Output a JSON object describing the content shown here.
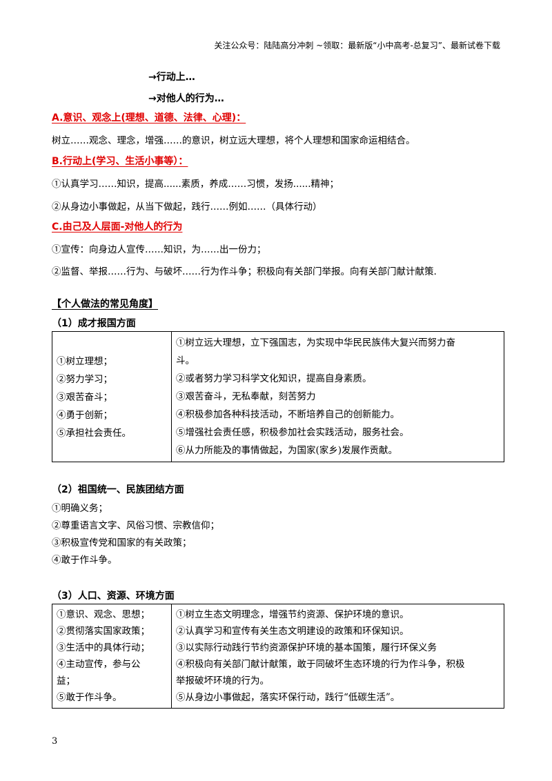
{
  "header": "关注公众号：陆陆高分冲刺 ~领取：最新版“小中高考-总复习”、最新试卷下载",
  "arrows": [
    "→行动上…",
    "→对他人的行为…"
  ],
  "sectionA": {
    "title": "A.意识、观念上(理想、道德、法律、心理)：",
    "lines": [
      "树立……观念、理念，增强……的意识，树立远大理想，将个人理想和国家命运相结合。"
    ]
  },
  "sectionB": {
    "title": "B.行动上(学习、生活小事等）：",
    "lines": [
      "①认真学习……知识，提高......素质，养成……习惯，发扬......精神；",
      "②从身边小事做起，从当下做起，践行……例如……（具体行动）"
    ]
  },
  "sectionC": {
    "title": "C.由己及人层面-对他人的行为",
    "lines": [
      "①宣传：向身边人宣传……知识，为……出一份力；",
      "②监督、举报……行为、与破坏……行为作斗争；积极向有关部门举报。向有关部门献计献策."
    ]
  },
  "common_angles_title": "【个人做法的常见角度】",
  "part1": {
    "title": "（1）成才报国方面",
    "left": [
      "①树立理想；",
      "②努力学习；",
      "③艰苦奋斗；",
      "④勇于创新；",
      "⑤承担社会责任。"
    ],
    "right": [
      "①树立远大理想，立下强国志，为实现中华民民族伟大复兴而努力奋",
      "斗。",
      "②或者努力学习科学文化知识，提高自身素质。",
      "③艰苦奋斗，无私奉献，刻苦努力",
      "④积极参加各种科技活动，不断培养自己的创新能力。",
      "⑤增强社会责任感，积极参加社会实践活动，服务社会。",
      "⑥从力所能及的事情做起，为国家(家乡)发展作贡献。"
    ]
  },
  "part2": {
    "title": "（2）祖国统一、民族团结方面",
    "lines": [
      "①明确义务；",
      "②尊重语言文字、风俗习惯、宗教信仰；",
      "③积极宣传党和国家的有关政策；",
      "④敢于作斗争。"
    ]
  },
  "part3": {
    "title": "（3）人口、资源、环境方面",
    "left": [
      "①意识、观念、思想；",
      "②贯彻落实国家政策；",
      "③生活中的具体行动；",
      "④主动宣传，参与公",
      "益；",
      "⑤敢于作斗争。"
    ],
    "right": [
      "①树立生态文明理念，增强节约资源、保护环境的意识。",
      "②认真学习和宣传有关生态文明建设的政策和环保知识。",
      "③以实际行动践行节约资源保护环境的基本国策，履行环保义务",
      "④积极向有关部门献计献策，敢于同破坏生态环境的行为作斗争，积极",
      "举报破坏环境的行为。",
      "⑤从身边小事做起，落实环保行动，践行“低碳生活”。"
    ]
  },
  "page_number": "3"
}
